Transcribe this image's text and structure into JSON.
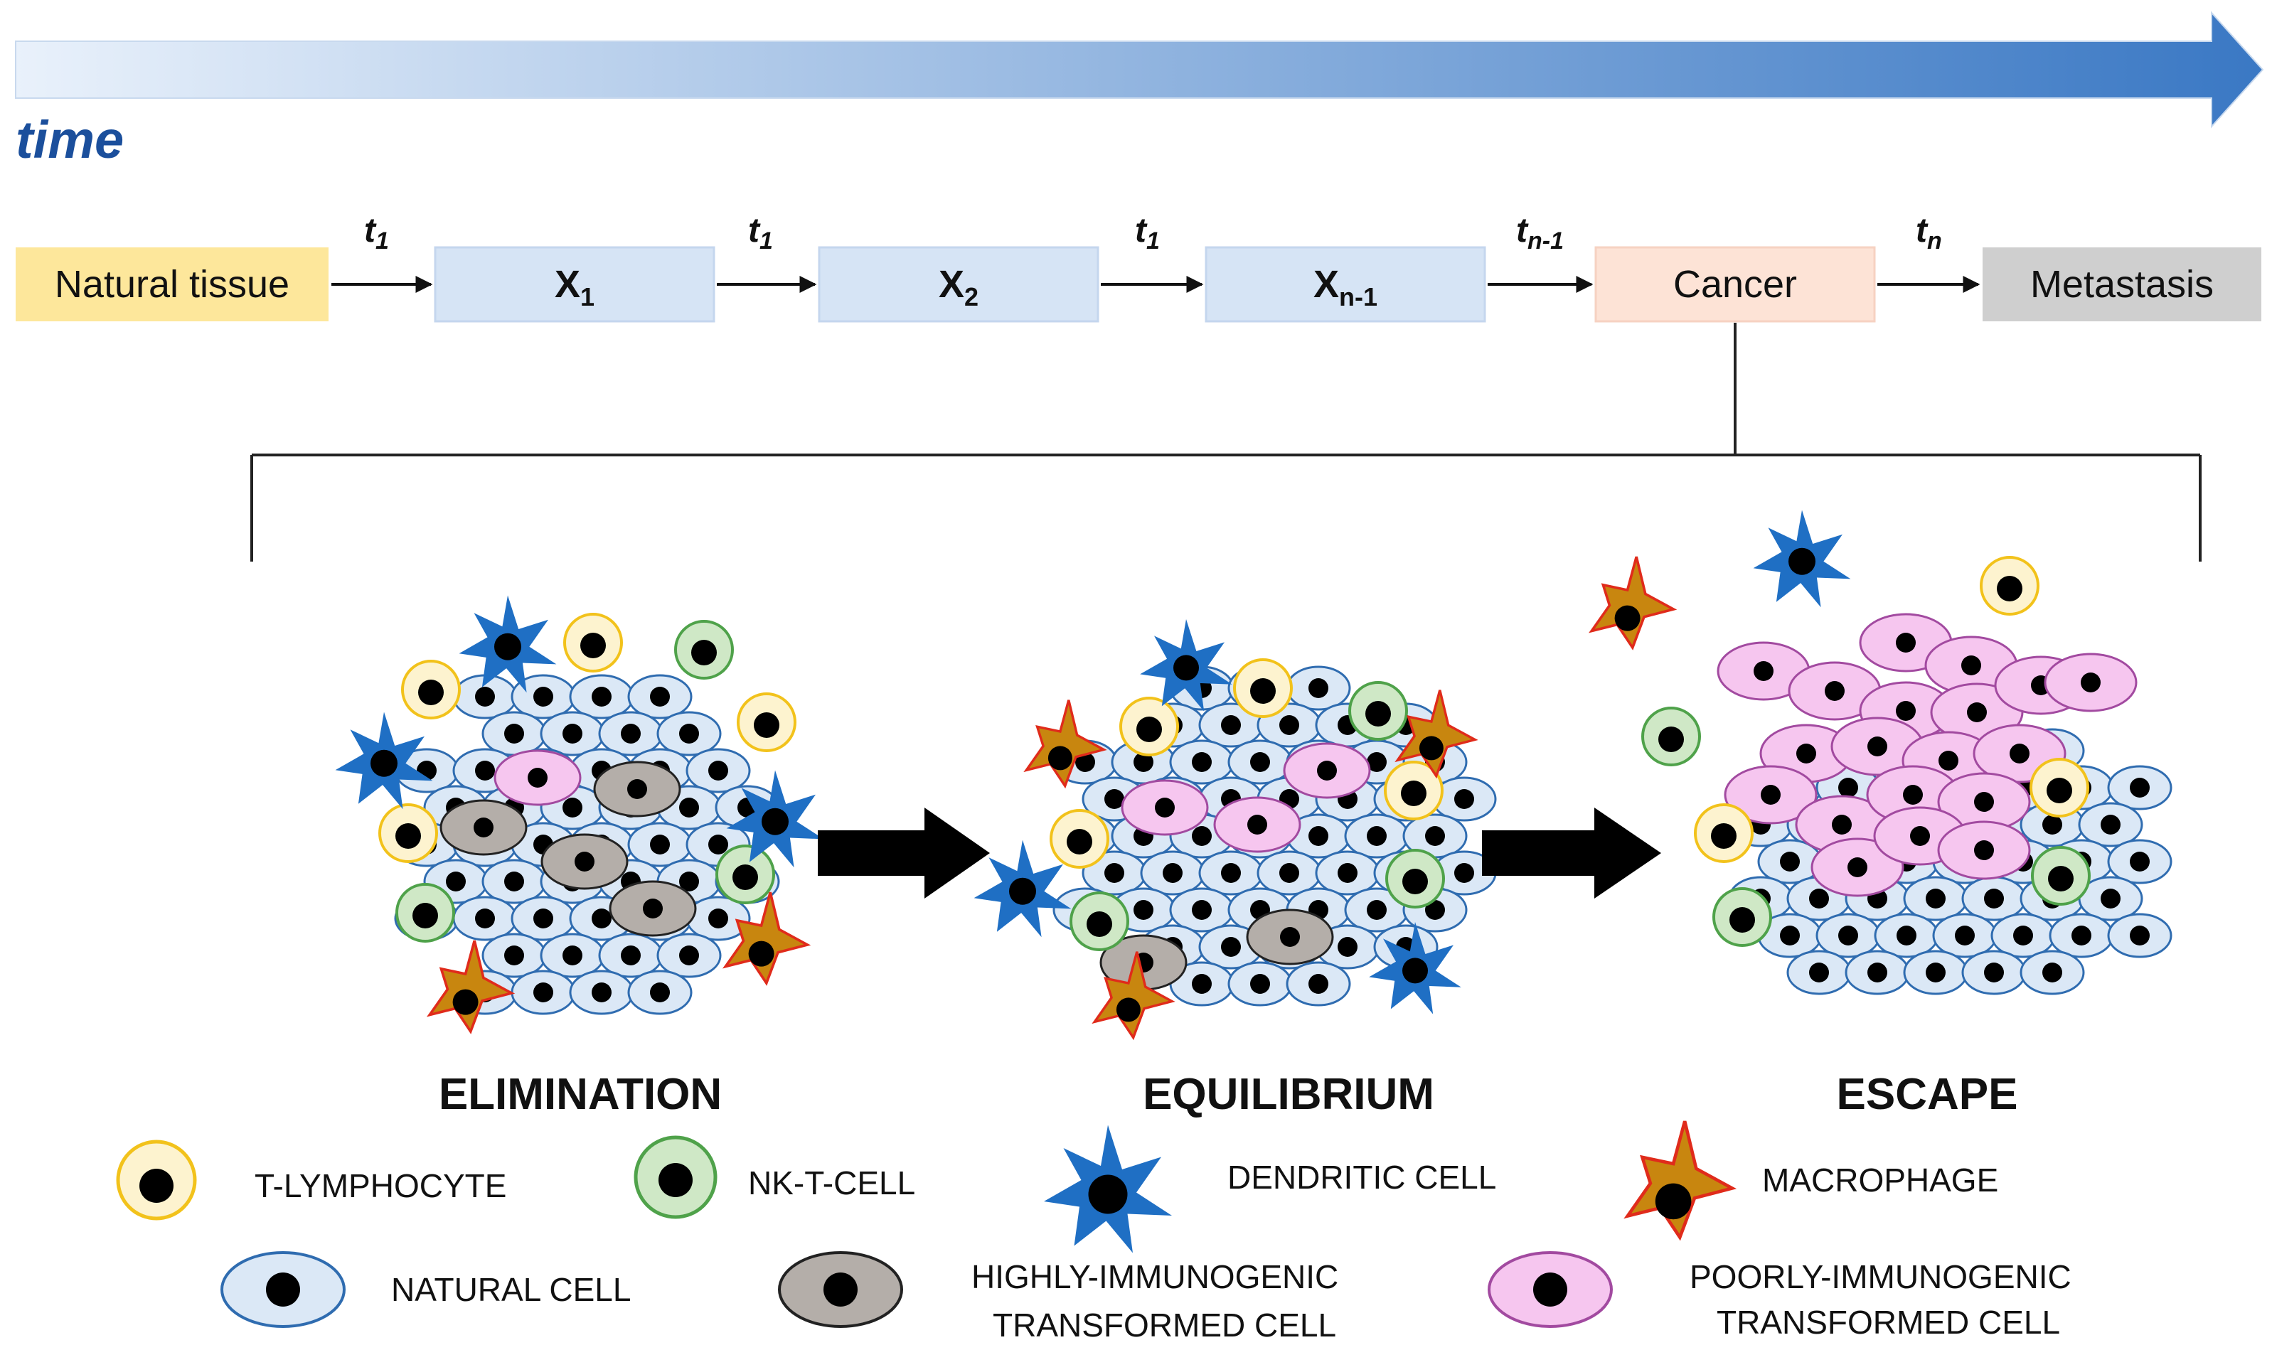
{
  "colors": {
    "natural_tissue_box": "#fde79b",
    "x_box": "#d6e4f5",
    "cancer_box": "#fde3d6",
    "metastasis_box": "#cfcfcf",
    "natural_cell": "#dbe8f6",
    "natural_cell_border": "#2f6cb0",
    "t_lymphocyte": "#fdf3cf",
    "t_lymphocyte_border": "#f2c21b",
    "nk_t_cell": "#cfe8c6",
    "nk_t_cell_border": "#4fa24a",
    "dendritic_cell": "#1f6fc4",
    "macrophage": "#c8860f",
    "macrophage_border": "#e02b1b",
    "highly_immunogenic": "#b4aea9",
    "poorly_immunogenic": "#f6c6ef",
    "poorly_immunogenic_border": "#a24aa0",
    "time_arrow": "#3a78c4",
    "time_label": "#1b4f9c"
  },
  "timeline": {
    "time_label": "time",
    "boxes": [
      {
        "id": "natural",
        "label": "Natural tissue"
      },
      {
        "id": "x1",
        "label": "X",
        "sub": "1"
      },
      {
        "id": "x2",
        "label": "X",
        "sub": "2"
      },
      {
        "id": "xn1",
        "label": "X",
        "sub": "n-1"
      },
      {
        "id": "cancer",
        "label": "Cancer"
      },
      {
        "id": "metastasis",
        "label": "Metastasis"
      }
    ],
    "transitions": [
      {
        "label": "t",
        "sub": "1"
      },
      {
        "label": "t",
        "sub": "1"
      },
      {
        "label": "t",
        "sub": "1"
      },
      {
        "label": "t",
        "sub": "n-1"
      },
      {
        "label": "t",
        "sub": "n"
      }
    ]
  },
  "stages": [
    "ELIMINATION",
    "EQUILIBRIUM",
    "ESCAPE"
  ],
  "legend": [
    {
      "icon": "t-lymphocyte-icon",
      "label": "T-LYMPHOCYTE"
    },
    {
      "icon": "nk-t-cell-icon",
      "label": "NK-T-CELL"
    },
    {
      "icon": "dendritic-cell-icon",
      "label": "DENDRITIC CELL"
    },
    {
      "icon": "macrophage-icon",
      "label": "MACROPHAGE"
    },
    {
      "icon": "natural-cell-icon",
      "label": "NATURAL CELL"
    },
    {
      "icon": "highly-immunogenic-cell-icon",
      "label_line1": "HIGHLY-IMMUNOGENIC",
      "label_line2": "TRANSFORMED CELL"
    },
    {
      "icon": "poorly-immunogenic-cell-icon",
      "label_line1": "POORLY-IMMUNOGENIC",
      "label_line2": "TRANSFORMED CELL"
    }
  ]
}
